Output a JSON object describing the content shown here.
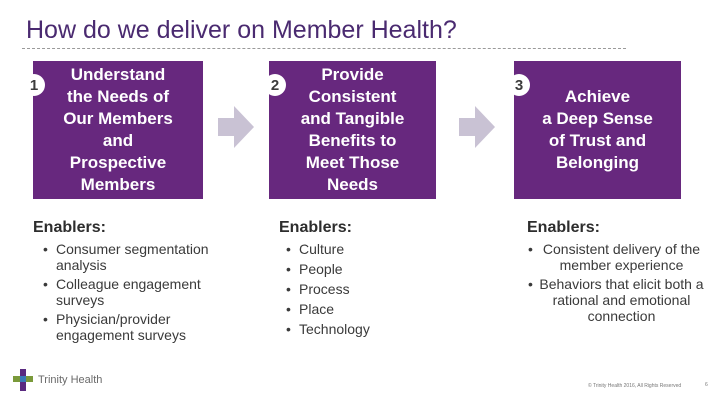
{
  "title": "How do we deliver on Member Health?",
  "steps": [
    {
      "number": "1",
      "lines": [
        "Understand",
        "the Needs of",
        "Our Members",
        "and",
        "Prospective",
        "Members"
      ]
    },
    {
      "number": "2",
      "lines": [
        "Provide",
        "Consistent",
        "and Tangible",
        "Benefits to",
        "Meet Those",
        "Needs"
      ]
    },
    {
      "number": "3",
      "lines": [
        "Achieve",
        "a Deep Sense",
        "of Trust and",
        "Belonging"
      ]
    }
  ],
  "enablers_label": "Enablers:",
  "enablers": [
    {
      "items": [
        "Consumer segmentation analysis",
        "Colleague engagement surveys",
        "Physician/provider engagement surveys"
      ]
    },
    {
      "items": [
        "Culture",
        "People",
        "Process",
        "Place",
        "Technology"
      ]
    },
    {
      "items": [
        "Consistent delivery of the member experience",
        "Behaviors that elicit both a rational and emotional connection"
      ]
    }
  ],
  "footer": {
    "logo_text": "Trinity Health",
    "copyright": "© Trinity Health 2016, All Rights Reserved",
    "page_number": "6"
  },
  "colors": {
    "box": "#67287e",
    "title": "#4a2a70",
    "arrow": "#c9c2d4"
  },
  "icons": {
    "arrow": "right-block-arrow-icon",
    "logo": "trinity-health-cross-icon"
  }
}
